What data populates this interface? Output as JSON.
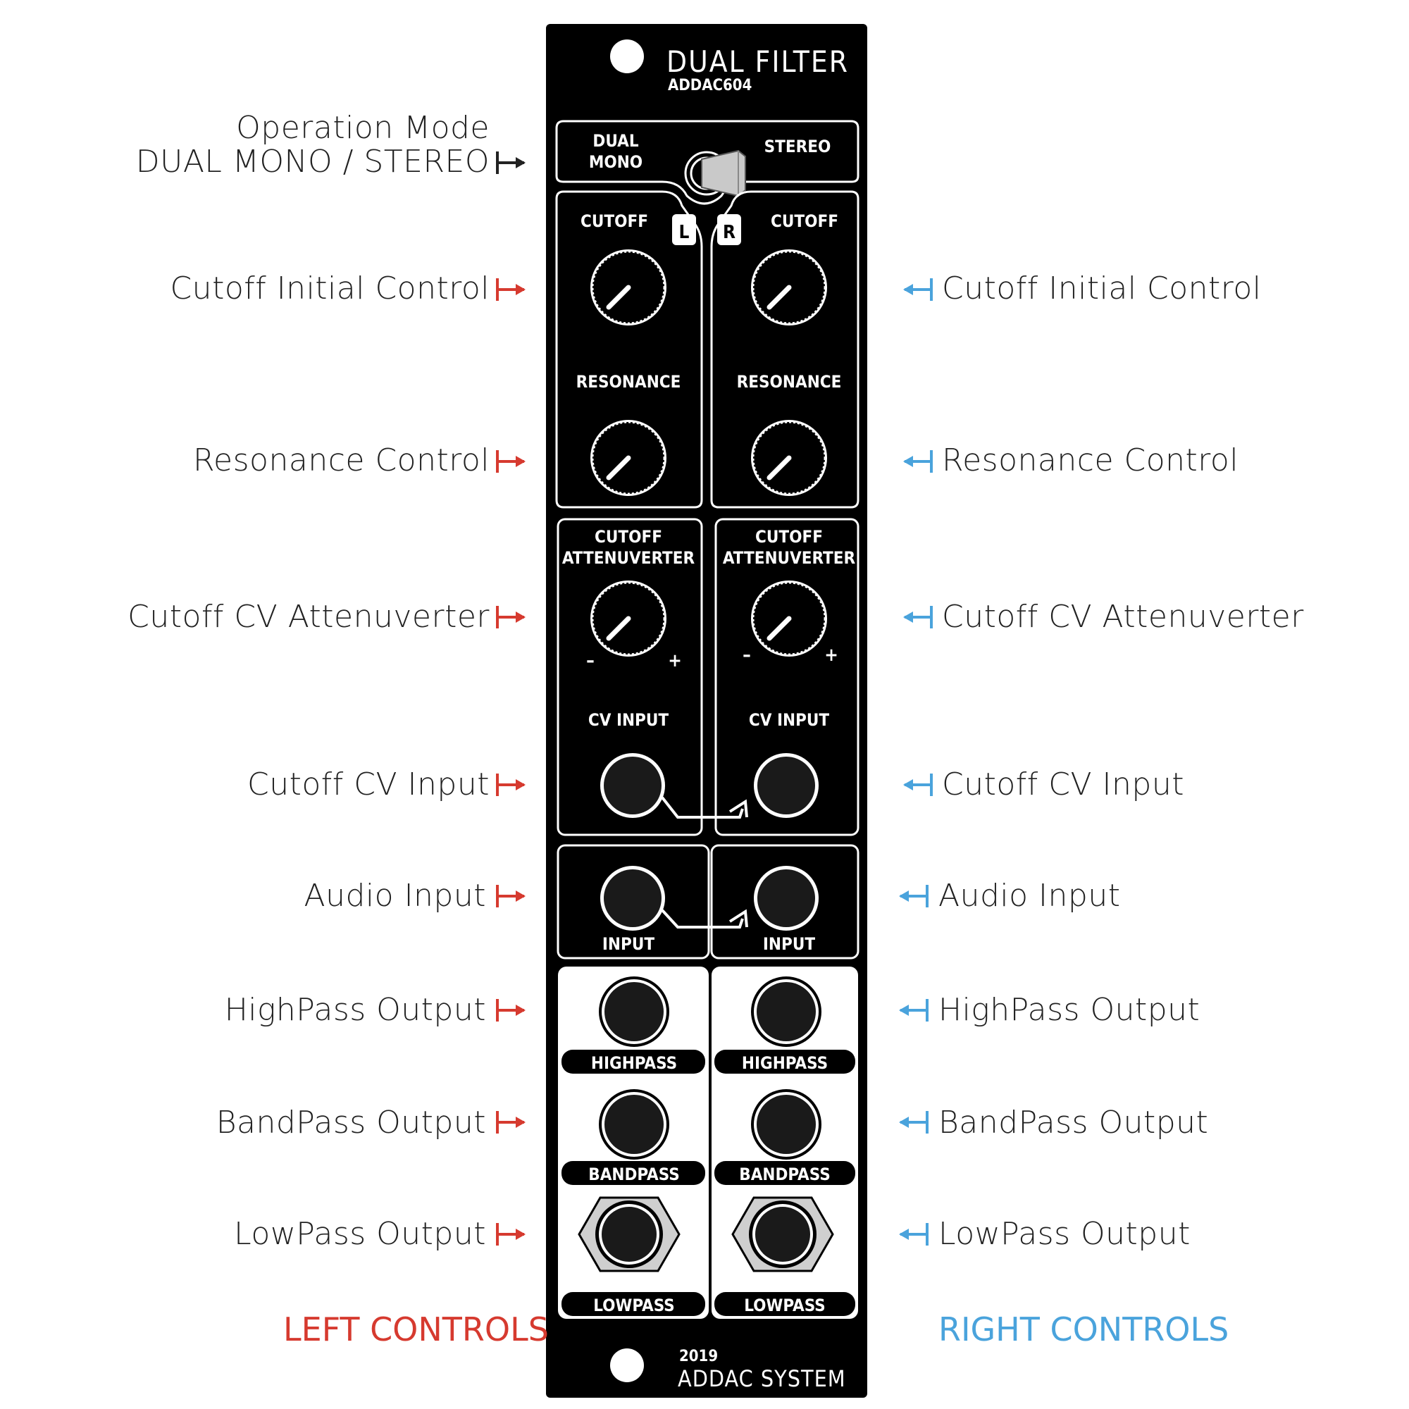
{
  "colors": {
    "left_arrow": "#d63a2f",
    "right_arrow": "#4aa3dc",
    "panel": "#000000",
    "panel_text": "#ffffff"
  },
  "panel": {
    "title": "DUAL  FILTER",
    "model": "ADDAC604",
    "year": "2019",
    "maker": "ADDAC  SYSTEM",
    "mode_left": [
      "DUAL",
      "MONO"
    ],
    "mode_right": "STEREO",
    "channel_left": "L",
    "channel_right": "R",
    "cutoff": "CUTOFF",
    "resonance": "RESONANCE",
    "atten_line1": "CUTOFF",
    "atten_line2": "ATTENUVERTER",
    "minus": "–",
    "plus": "+",
    "cv_input": "CV  INPUT",
    "input": "INPUT",
    "highpass": "HIGHPASS",
    "bandpass": "BANDPASS",
    "lowpass": "LOWPASS"
  },
  "annotations": {
    "mode_line1": "Operation Mode",
    "mode_line2": "DUAL MONO / STEREO",
    "left": [
      "Cutoff Initial Control",
      "Resonance Control",
      "Cutoff CV Attenuverter",
      "Cutoff CV Input",
      "Audio Input",
      "HighPass Output",
      "BandPass Output",
      "LowPass Output"
    ],
    "right": [
      "Cutoff Initial Control",
      "Resonance Control",
      "Cutoff CV Attenuverter",
      "Cutoff CV Input",
      "Audio Input",
      "HighPass Output",
      "BandPass Output",
      "LowPass Output"
    ],
    "left_header": "LEFT CONTROLS",
    "right_header": "RIGHT CONTROLS"
  }
}
